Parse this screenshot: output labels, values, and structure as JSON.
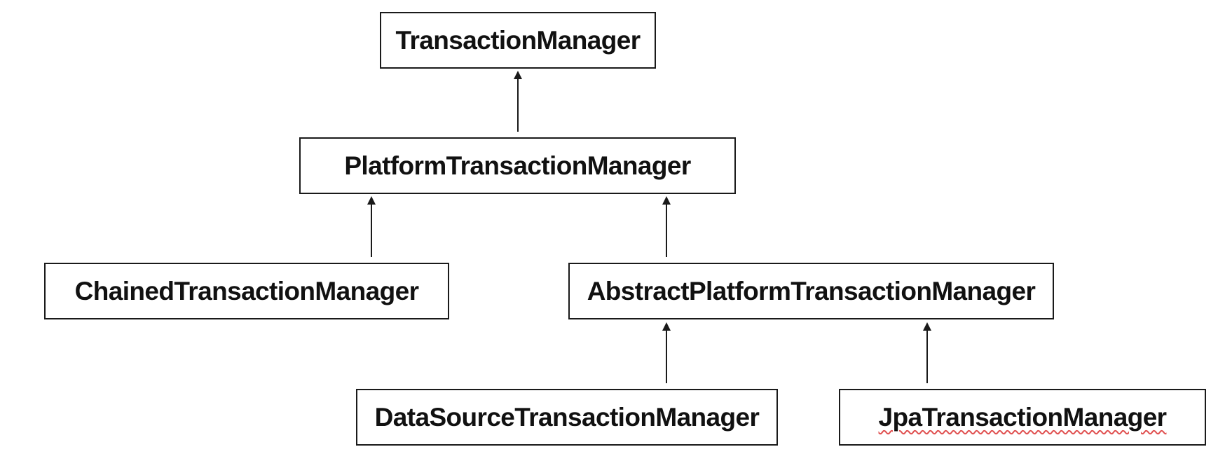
{
  "diagram": {
    "nodes": {
      "transaction_manager": "TransactionManager",
      "platform_transaction_manager": "PlatformTransactionManager",
      "chained_transaction_manager": "ChainedTransactionManager",
      "abstract_platform_transaction_manager": "AbstractPlatformTransactionManager",
      "data_source_transaction_manager": "DataSourceTransactionManager",
      "jpa_transaction_manager": "JpaTransactionManager"
    },
    "edges": [
      {
        "from": "platform_transaction_manager",
        "to": "transaction_manager"
      },
      {
        "from": "chained_transaction_manager",
        "to": "platform_transaction_manager"
      },
      {
        "from": "abstract_platform_transaction_manager",
        "to": "platform_transaction_manager"
      },
      {
        "from": "data_source_transaction_manager",
        "to": "abstract_platform_transaction_manager"
      },
      {
        "from": "jpa_transaction_manager",
        "to": "abstract_platform_transaction_manager"
      }
    ],
    "colors": {
      "line": "#1a1a1a",
      "text": "#111111",
      "spellcheck_underline": "#e05050"
    }
  }
}
